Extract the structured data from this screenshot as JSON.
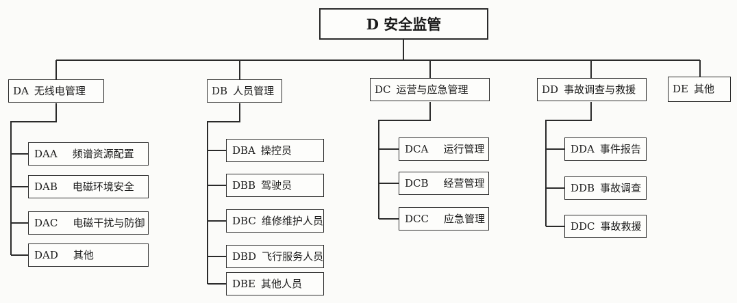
{
  "root": {
    "label": "D 安全监管"
  },
  "categories": [
    {
      "code": "DA",
      "label": "无线电管理",
      "children": [
        {
          "code": "DAA",
          "label": "频谱资源配置"
        },
        {
          "code": "DAB",
          "label": "电磁环境安全"
        },
        {
          "code": "DAC",
          "label": "电磁干扰与防御"
        },
        {
          "code": "DAD",
          "label": "其他"
        }
      ]
    },
    {
      "code": "DB",
      "label": "人员管理",
      "children": [
        {
          "code": "DBA",
          "label": "操控员"
        },
        {
          "code": "DBB",
          "label": "驾驶员"
        },
        {
          "code": "DBC",
          "label": "维修维护人员"
        },
        {
          "code": "DBD",
          "label": "飞行服务人员"
        },
        {
          "code": "DBE",
          "label": "其他人员"
        }
      ]
    },
    {
      "code": "DC",
      "label": "运营与应急管理",
      "children": [
        {
          "code": "DCA",
          "label": "运行管理"
        },
        {
          "code": "DCB",
          "label": "经营管理"
        },
        {
          "code": "DCC",
          "label": "应急管理"
        }
      ]
    },
    {
      "code": "DD",
      "label": "事故调查与救援",
      "children": [
        {
          "code": "DDA",
          "label": "事件报告"
        },
        {
          "code": "DDB",
          "label": "事故调查"
        },
        {
          "code": "DDC",
          "label": "事故救援"
        }
      ]
    },
    {
      "code": "DE",
      "label": "其他",
      "children": []
    }
  ]
}
